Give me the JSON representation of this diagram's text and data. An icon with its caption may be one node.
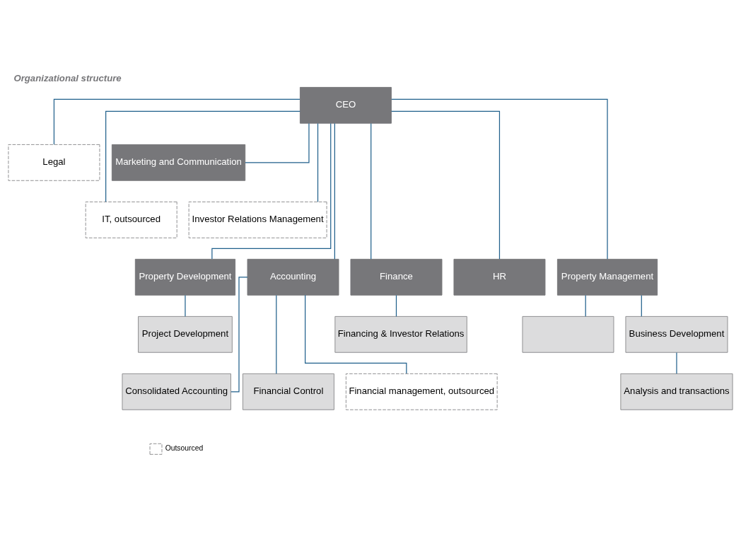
{
  "diagram": {
    "title": "Organizational structure",
    "nodes": [
      {
        "text": [
          "CEO"
        ]
      },
      {
        "text": [
          "Legal"
        ]
      },
      {
        "text": [
          "Marketing and Communication"
        ]
      },
      {
        "text": [
          "IT, outsourced"
        ]
      },
      {
        "text": [
          "Investor Relations Management"
        ]
      },
      {
        "text": [
          "Property Development"
        ]
      },
      {
        "text": [
          "Accounting"
        ]
      },
      {
        "text": [
          "Finance"
        ]
      },
      {
        "text": [
          "HR"
        ]
      },
      {
        "text": [
          "Property Management"
        ]
      },
      {
        "text": [
          "Project Development"
        ]
      },
      {
        "text": [
          "Financing & Investor Relations"
        ]
      },
      {
        "text": [],
        "shape": "box"
      },
      {
        "text": [
          "Business Development"
        ]
      },
      {
        "text": [
          "Analysis and transactions"
        ]
      },
      {
        "text": [
          "Consolidated Accounting"
        ]
      },
      {
        "text": [
          "Financial Control"
        ]
      },
      {
        "text": [
          "Financial management, outsourced"
        ]
      }
    ],
    "edges": [
      {
        "from": 0,
        "to": 1,
        "arrow": "none"
      },
      {
        "from": 0,
        "to": 2,
        "arrow": "none"
      },
      {
        "from": 0,
        "to": 3,
        "arrow": "none"
      },
      {
        "from": 0,
        "to": 4,
        "arrow": "none"
      },
      {
        "from": 0,
        "to": 5,
        "arrow": "none"
      },
      {
        "from": 0,
        "to": 6,
        "arrow": "none"
      },
      {
        "from": 0,
        "to": 7,
        "arrow": "none"
      },
      {
        "from": 0,
        "to": 8,
        "arrow": "none"
      },
      {
        "from": 0,
        "to": 9,
        "arrow": "none"
      },
      {
        "from": 5,
        "to": 10,
        "arrow": "none"
      },
      {
        "from": 7,
        "to": 11,
        "arrow": "none"
      },
      {
        "from": 9,
        "to": 12,
        "arrow": "none"
      },
      {
        "from": 9,
        "to": 13,
        "arrow": "none"
      },
      {
        "from": 13,
        "to": 14,
        "arrow": "none"
      },
      {
        "from": 6,
        "to": 15,
        "arrow": "none"
      },
      {
        "from": 6,
        "to": 16,
        "arrow": "none"
      },
      {
        "from": 6,
        "to": 17,
        "arrow": "none"
      }
    ],
    "legend": [
      {
        "text": "Outsourced"
      }
    ]
  }
}
